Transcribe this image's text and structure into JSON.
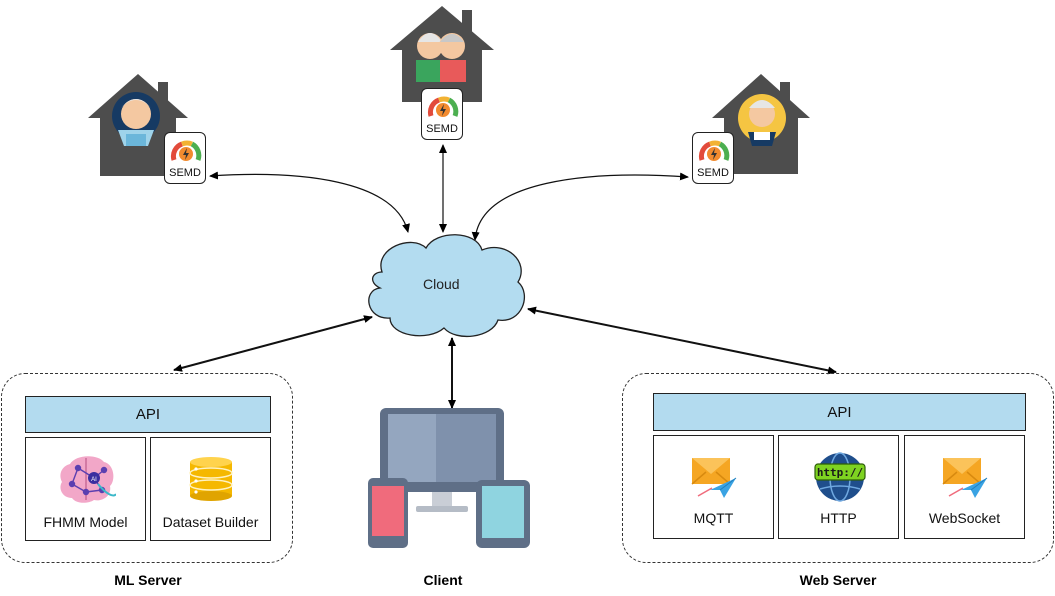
{
  "cloud": {
    "label": "Cloud"
  },
  "semd": {
    "label": "SEMD"
  },
  "ml_server": {
    "title": "ML Server",
    "api_label": "API",
    "items": [
      {
        "label": "FHMM Model",
        "icon": "neural-brain-icon"
      },
      {
        "label": "Dataset Builder",
        "icon": "database-icon"
      }
    ]
  },
  "client": {
    "title": "Client",
    "icon": "devices-icon"
  },
  "web_server": {
    "title": "Web Server",
    "api_label": "API",
    "items": [
      {
        "label": "MQTT",
        "icon": "mail-send-icon"
      },
      {
        "label": "HTTP",
        "icon": "http-globe-icon"
      },
      {
        "label": "WebSocket",
        "icon": "mail-send-icon"
      }
    ]
  },
  "colors": {
    "cloud_fill": "#b3dcf0",
    "api_fill": "#b3dbef",
    "house": "#4d4d4d"
  }
}
